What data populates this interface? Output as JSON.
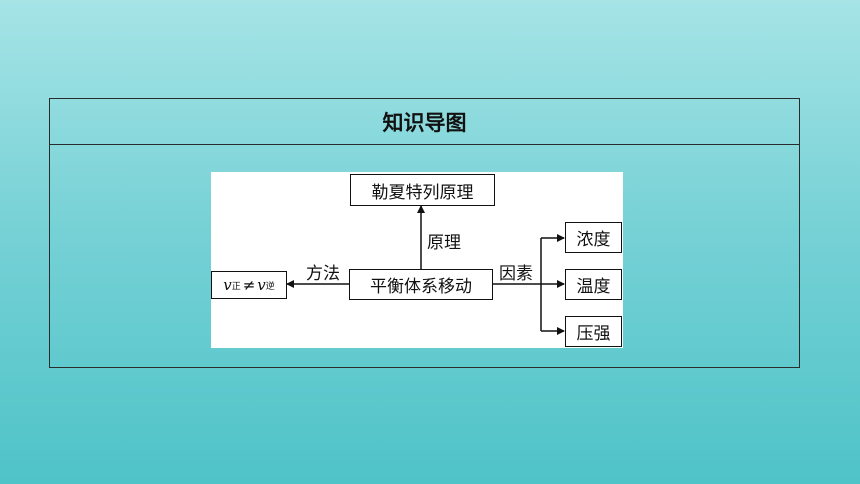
{
  "header": {
    "title": "知识导图"
  },
  "diagram": {
    "top_box": "勒夏特列原理",
    "center_box": "平衡体系移动",
    "left_box": {
      "var1": "v",
      "sub1": "正",
      "neq": "≠",
      "var2": "v",
      "sub2": "逆"
    },
    "factor_boxes": [
      "浓度",
      "温度",
      "压强"
    ],
    "edge_labels": {
      "up": "原理",
      "left": "方法",
      "right": "因素"
    }
  }
}
